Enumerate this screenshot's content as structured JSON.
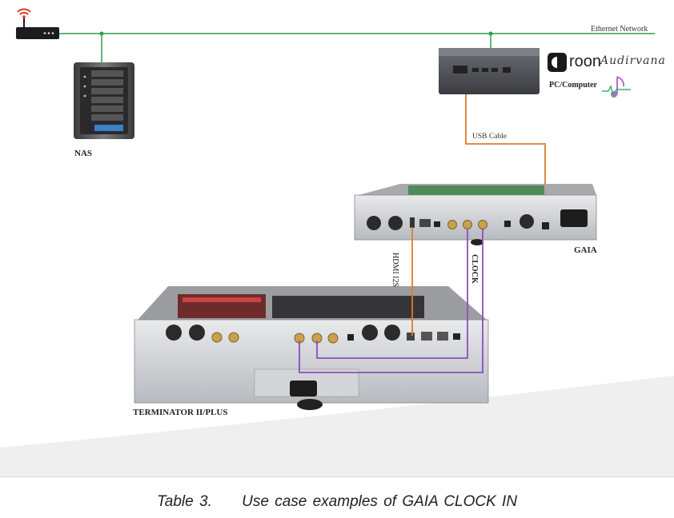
{
  "labels": {
    "ethernet": "Ethernet Network",
    "nas": "NAS",
    "pc": "PC/Computer",
    "usb": "USB Cable",
    "gaia": "GAIA",
    "hdmi": "HDMI I2S",
    "clock": "CLOCK",
    "terminator": "TERMINATOR II/PLUS"
  },
  "logos": {
    "roon": "roon",
    "audirvana": "Audirvana"
  },
  "caption": {
    "number": "Table 3.",
    "text": "Use case examples of GAIA CLOCK IN"
  },
  "colors": {
    "ethernet": "#2e9e4f",
    "usb": "#e07b2a",
    "hdmi": "#e07b2a",
    "clock": "#8a4fc0"
  },
  "icons": [
    "router-icon",
    "nas-icon",
    "pc-icon",
    "roon-logo",
    "audirvana-logo",
    "gaia-device",
    "terminator-device"
  ]
}
